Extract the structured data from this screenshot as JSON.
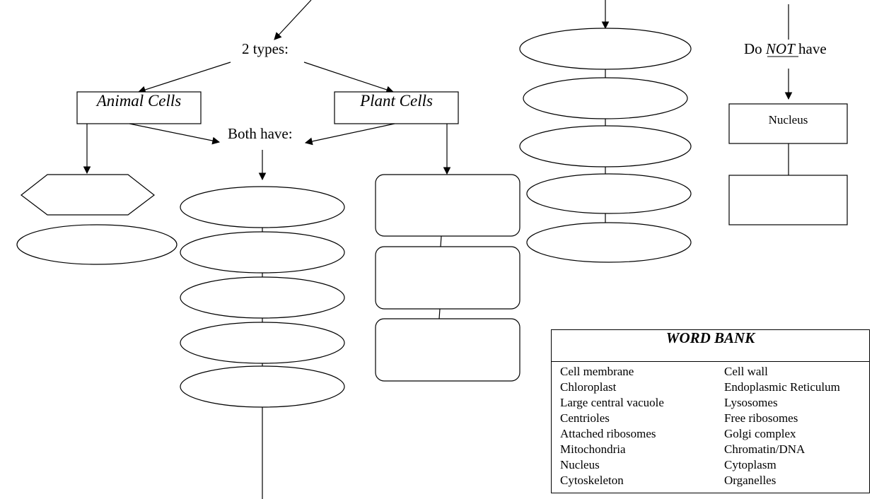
{
  "labels": {
    "two_types": "2 types:",
    "both_have": "Both have:",
    "do_not_have_prefix": "Do ",
    "do_not_have_not": "NOT",
    "do_not_have_suffix": " have"
  },
  "boxes": {
    "animal_cells": "Animal Cells",
    "plant_cells": "Plant Cells",
    "nucleus": "Nucleus"
  },
  "word_bank": {
    "title": "WORD BANK",
    "left_column": [
      "Cell membrane",
      "Chloroplast",
      "Large central vacuole",
      "Centrioles",
      "Attached ribosomes",
      "Mitochondria",
      "Nucleus",
      "Cytoskeleton"
    ],
    "right_column": [
      "Cell wall",
      "Endoplasmic Reticulum",
      "Lysosomes",
      "Free ribosomes",
      "Golgi complex",
      "Chromatin/DNA",
      "Cytoplasm",
      "Organelles"
    ]
  }
}
